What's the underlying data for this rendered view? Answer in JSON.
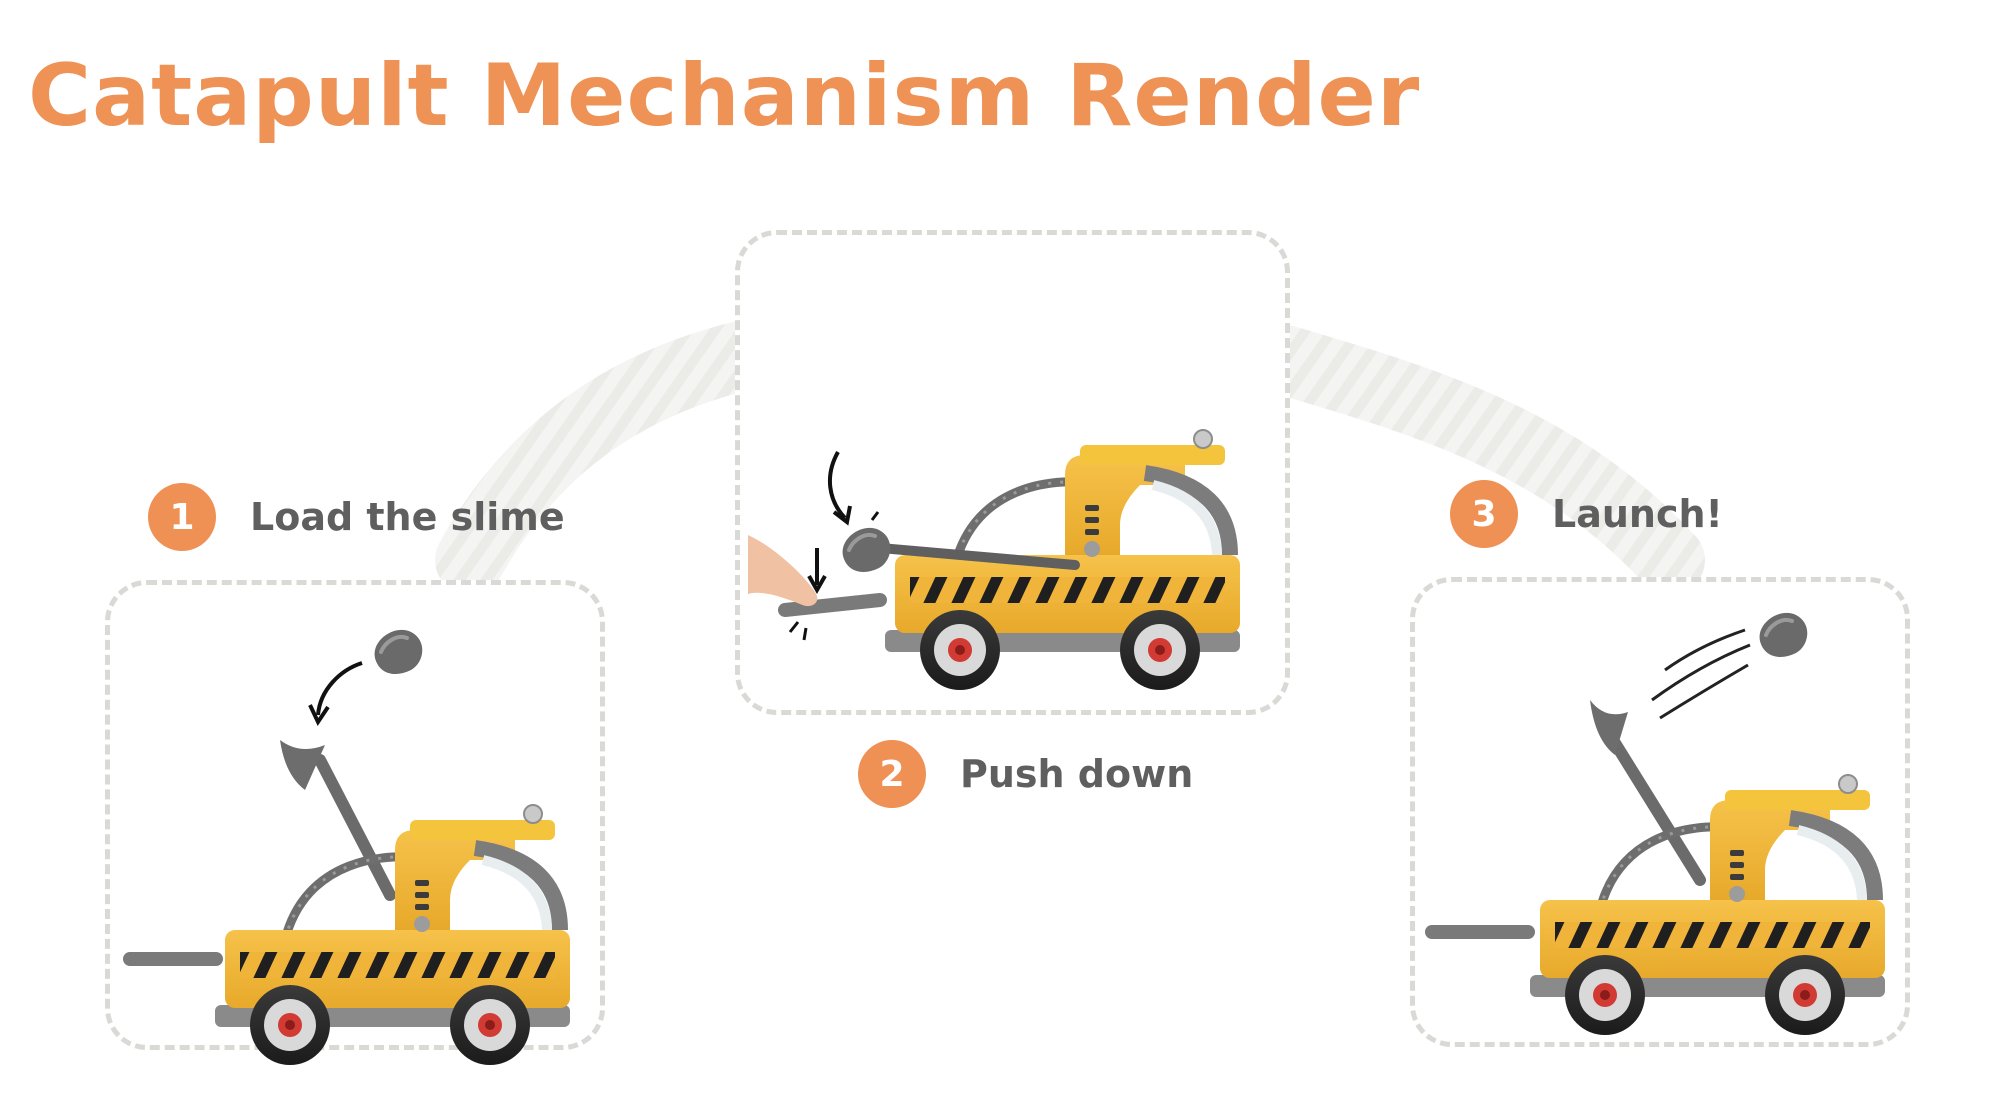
{
  "title": "Catapult Mechanism Render",
  "accent_color": "#ef9155",
  "steps": [
    {
      "number": "1",
      "label": "Load the slime"
    },
    {
      "number": "2",
      "label": "Push down"
    },
    {
      "number": "3",
      "label": "Launch!"
    }
  ],
  "icons": [
    "slime-blob",
    "curved-arrow",
    "down-arrow",
    "finger",
    "motion-lines",
    "tire-track"
  ]
}
